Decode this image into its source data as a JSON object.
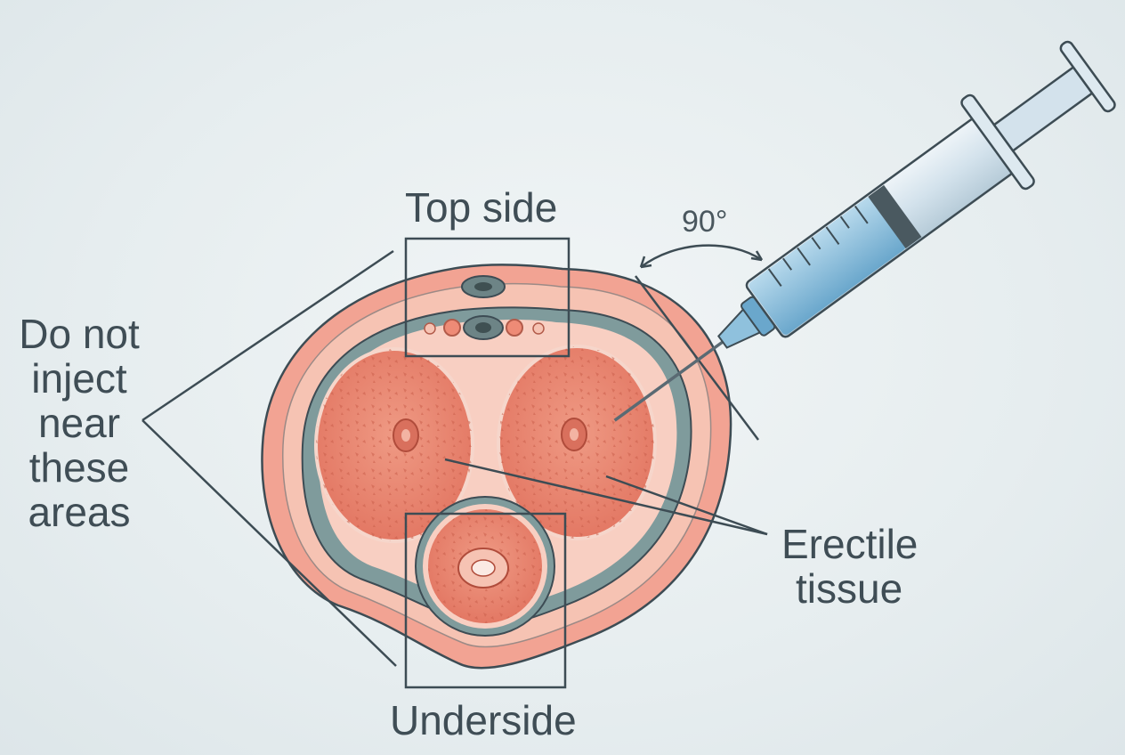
{
  "labels": {
    "top_side": "Top side",
    "underside": "Underside",
    "angle": "90°",
    "warning": [
      "Do not",
      "inject",
      "near",
      "these",
      "areas"
    ],
    "erectile": [
      "Erectile",
      "tissue"
    ]
  },
  "colors": {
    "skin_outer": "#f2a393",
    "skin_inner": "#f6c3b3",
    "fascia": "#7f9b9c",
    "tissue": "#e9836f",
    "line": "#3d4c54",
    "syringe_fluid": "#8fc1dd"
  }
}
